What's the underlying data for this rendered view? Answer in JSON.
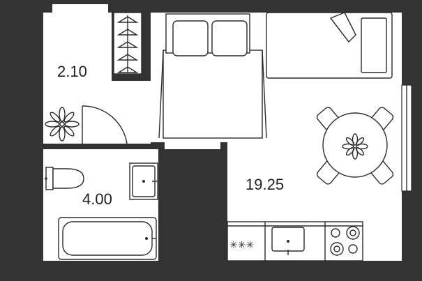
{
  "colors": {
    "wall": "#333333",
    "floor": "#ffffff",
    "line": "#2b2b2b",
    "text": "#1f1f1f"
  },
  "rooms": [
    {
      "area": "2.10"
    },
    {
      "area": "4.00"
    },
    {
      "area": "19.25"
    }
  ],
  "hob_marks": "✳✳✳"
}
